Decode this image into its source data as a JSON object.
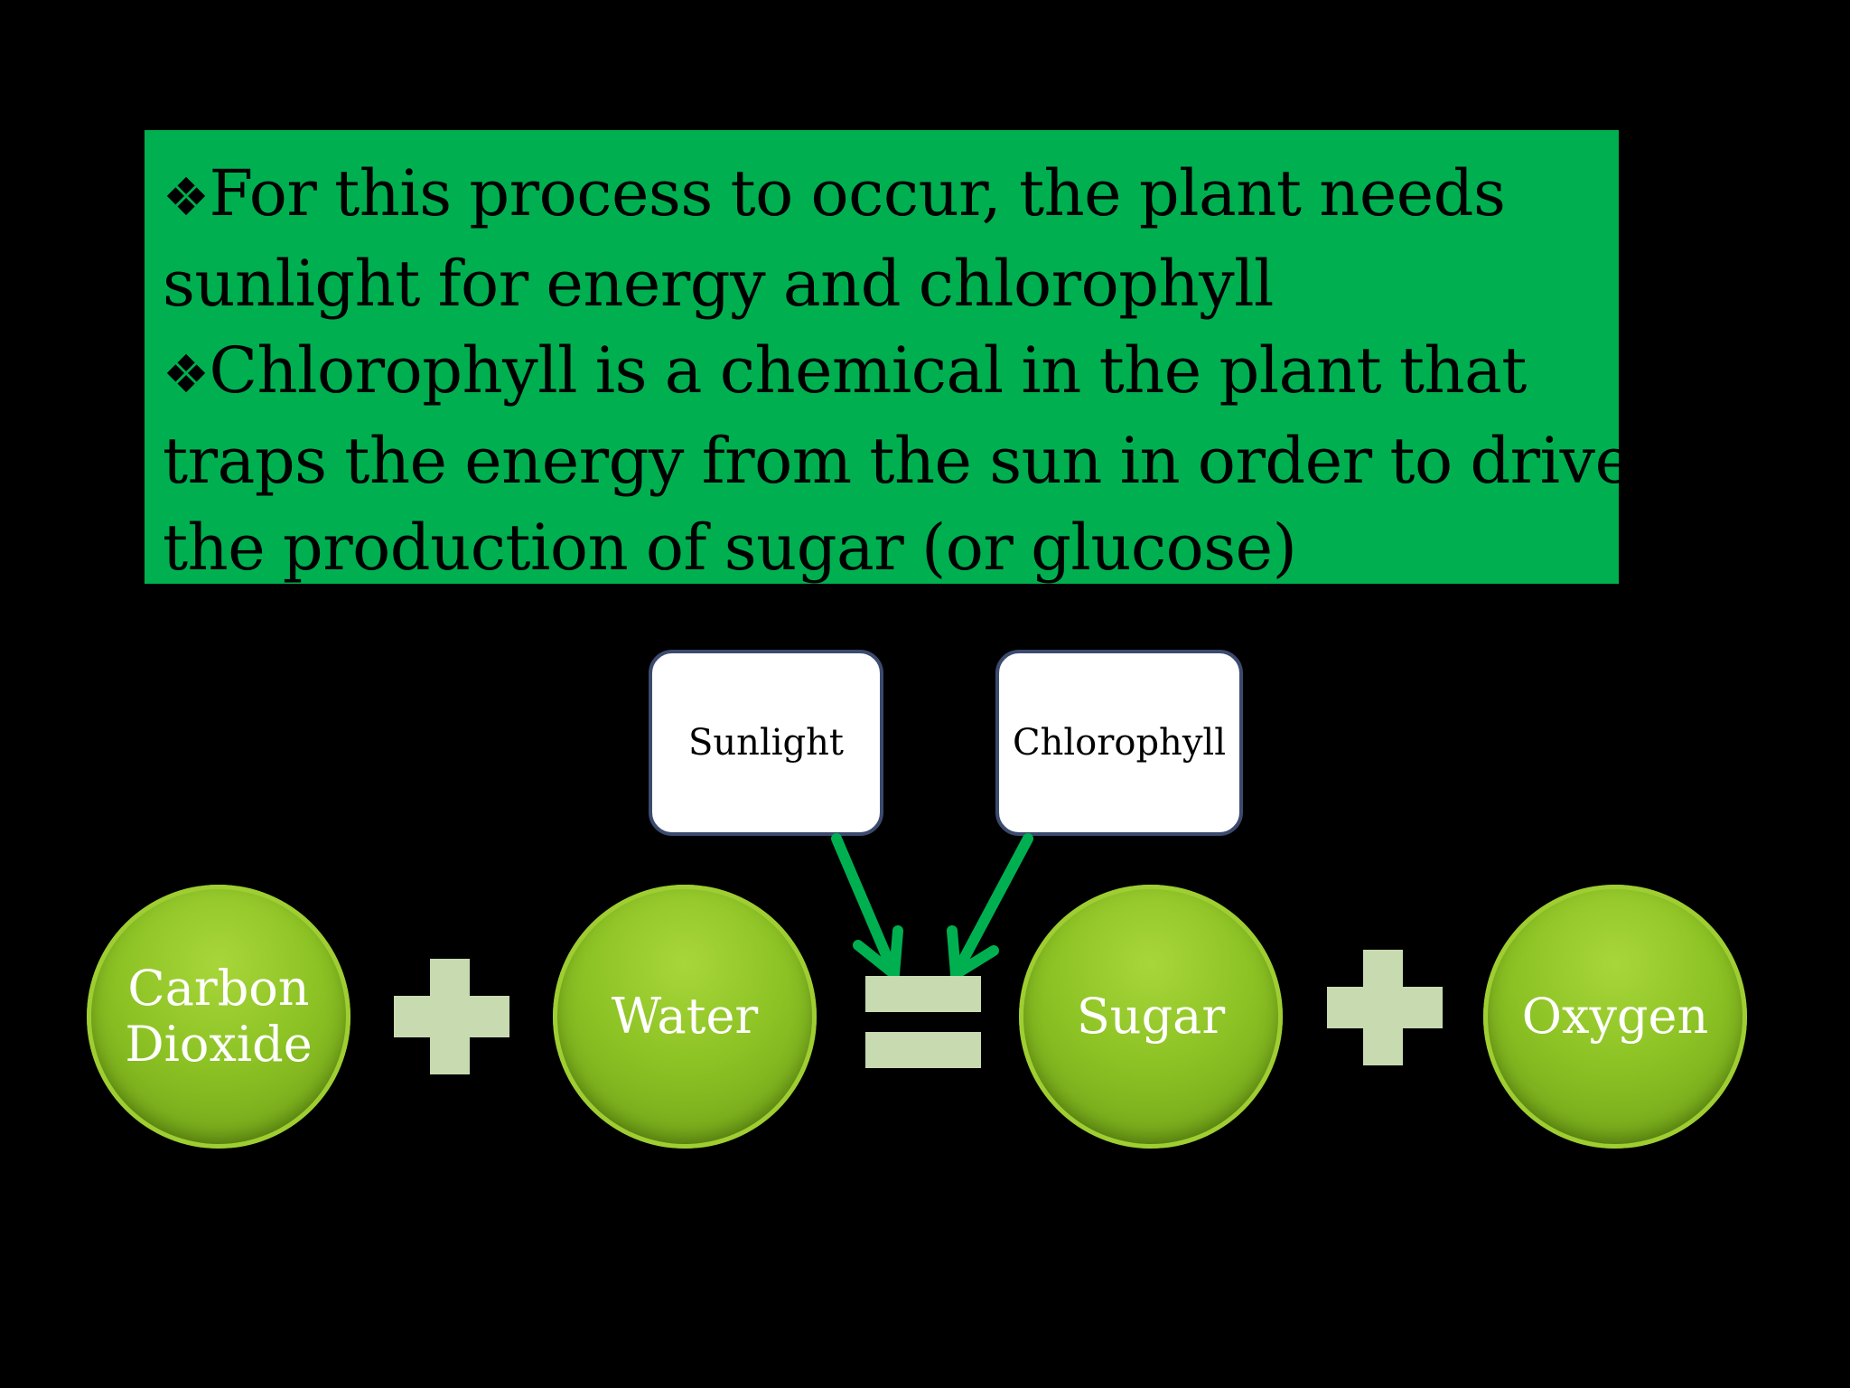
{
  "text_box": {
    "bullets": [
      {
        "lines": [
          "For this process to occur, the plant needs",
          "sunlight for energy and chlorophyll"
        ]
      },
      {
        "lines": [
          "Chlorophyll is a chemical in the plant that",
          "traps the energy from the sun in order to drive",
          "the production of sugar (or glucose)"
        ]
      }
    ],
    "background_color": "#00b050",
    "bullet_icon": "diamond-bullet-icon"
  },
  "diagram": {
    "callouts": {
      "sunlight": "Sunlight",
      "chlorophyll": "Chlorophyll"
    },
    "nodes": {
      "carbon_dioxide": [
        "Carbon",
        "Dioxide"
      ],
      "water": "Water",
      "sugar": "Sugar",
      "oxygen": "Oxygen"
    },
    "operators": [
      "plus-icon",
      "equals-icon",
      "plus-icon"
    ],
    "colors": {
      "circle": "#8cc224",
      "operator": "#c7dab0",
      "arrow": "#00b050",
      "callout_border": "#3c4a6e"
    }
  }
}
